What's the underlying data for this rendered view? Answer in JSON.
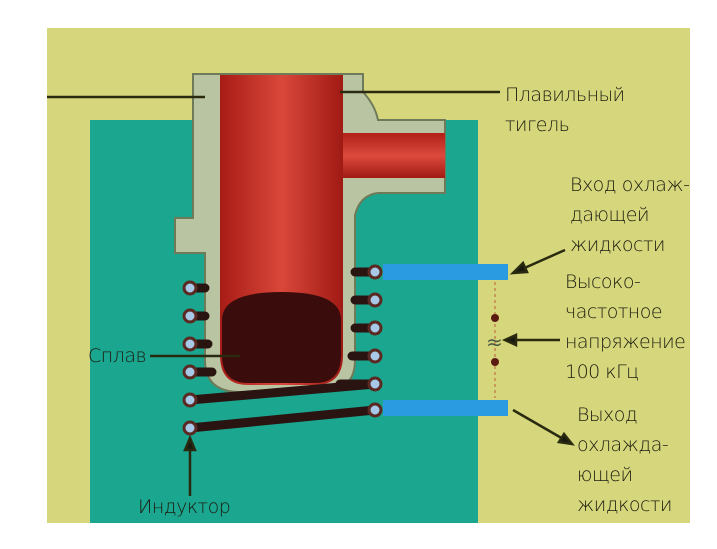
{
  "labels": {
    "crucible": [
      "Плавильный",
      "тигель"
    ],
    "coolant_in": [
      "Вход охлаж-",
      "дающей",
      "жидкости"
    ],
    "hf_voltage": [
      "Высоко-",
      "частотное",
      "напряжение",
      "100 кГц"
    ],
    "coolant_out": [
      "Выход",
      "охлажда-",
      "ющей",
      "жидкости"
    ],
    "alloy": "Сплав",
    "inductor": "Индуктор"
  },
  "ac_symbol": "≈",
  "colors": {
    "background": "#d6d77c",
    "chamber": "#1aa68f",
    "crucible_wall": "#b9c4a2",
    "crucible": "#b8241c",
    "melt": "#3a0d0c",
    "coolant_pipe": "#2a9be0",
    "coil": "#2a1412"
  }
}
